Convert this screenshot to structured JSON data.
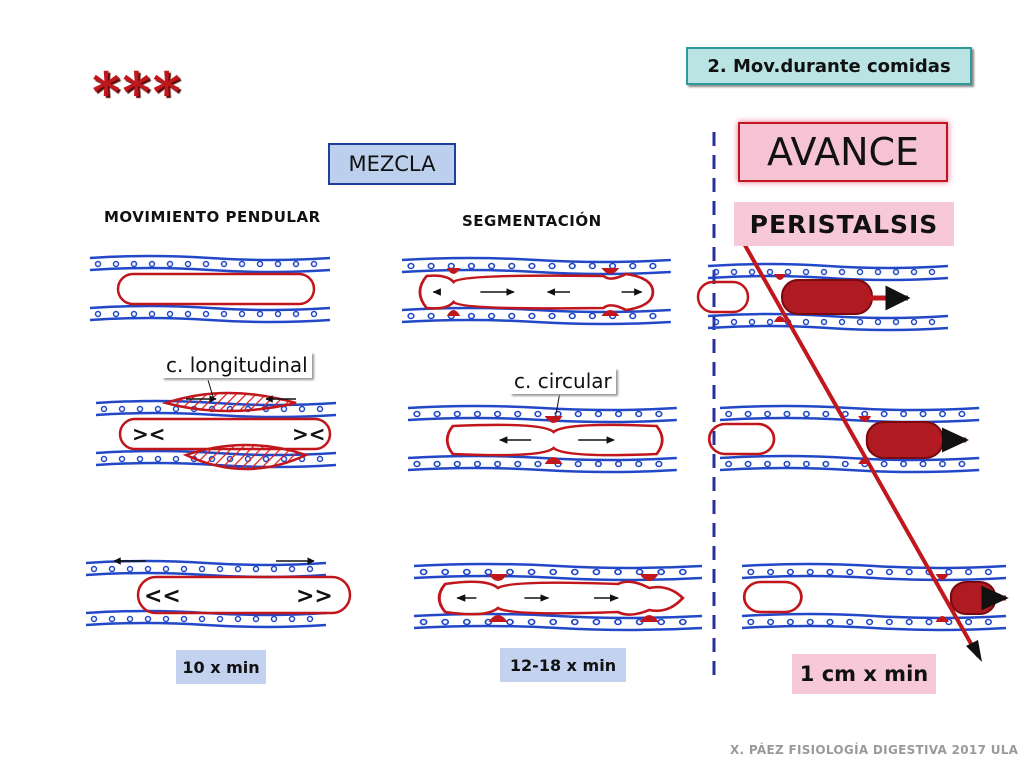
{
  "slide": {
    "stars": "***",
    "section_label": "2. Mov.durante comidas",
    "mezcla": "MEZCLA",
    "avance": "AVANCE",
    "peristalsis": "PERISTALSIS",
    "pendular_heading": "MOVIMIENTO PENDULAR",
    "segmentacion_heading": "SEGMENTACIÓN",
    "longitudinal_label": "c. longitudinal",
    "circular_label": "c. circular",
    "rate_pendular": "10 x min",
    "rate_segmentacion": "12-18 x min",
    "rate_peristalsis": "1 cm x min",
    "footer": "X. PÁEZ   FISIOLOGÍA DIGESTIVA 2017 ULA"
  },
  "colors": {
    "wall_blue": "#2248c8",
    "content_red": "#c0161c",
    "bolus_red": "#b01a22",
    "hatch_red": "#d92020",
    "divider_blue": "#28309a"
  }
}
